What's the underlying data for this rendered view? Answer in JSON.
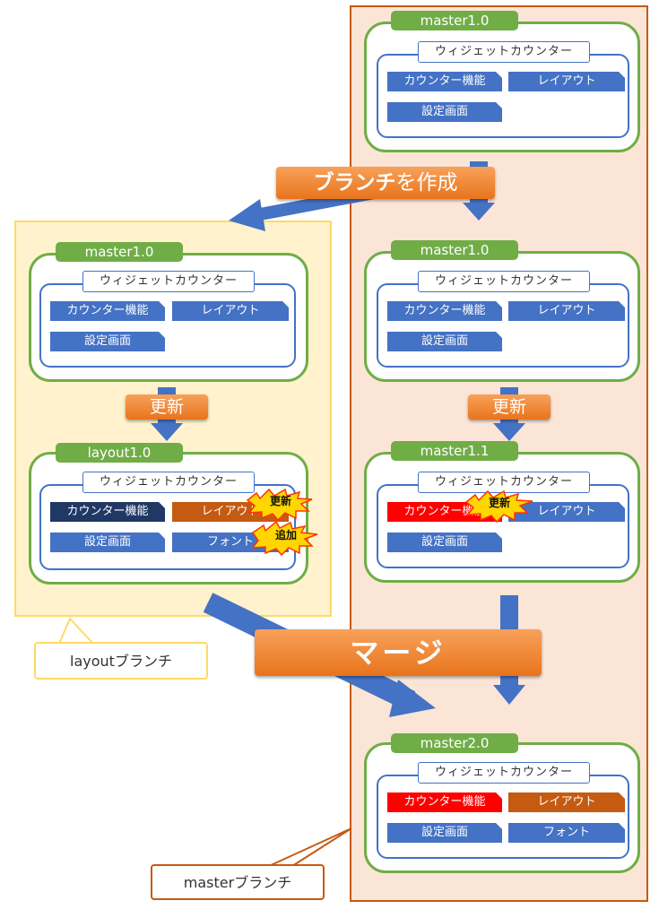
{
  "widget_title": "ウィジェットカウンター",
  "components": {
    "counter": "カウンター機能",
    "layout": "レイアウト",
    "settings": "設定画面",
    "font": "フォント"
  },
  "master_column": {
    "v1": "master1.0",
    "v1_branch": "master1.0",
    "v1_1": "master1.1",
    "v2": "master2.0",
    "branch_label": "masterブランチ"
  },
  "layout_column": {
    "v1": "master1.0",
    "layout_v": "layout1.0",
    "branch_label": "layoutブランチ"
  },
  "labels": {
    "create_branch_bold": "ブランチ",
    "create_branch_rest": "を作成",
    "update": "更新",
    "merge": "マージ"
  },
  "bursts": {
    "update": "更新",
    "add": "追加"
  },
  "colors": {
    "master_bg": "#fbe5d6",
    "master_border": "#c55a11",
    "layout_bg": "#fff2cc",
    "layout_border": "#ffd966",
    "version_green": "#70ad47",
    "component_blue": "#4472c4",
    "updated_navy": "#203864",
    "changed_orange": "#c55a11",
    "changed_red": "#ff0000",
    "arrow_blue": "#4472c4",
    "label_orange": "#f08030"
  }
}
